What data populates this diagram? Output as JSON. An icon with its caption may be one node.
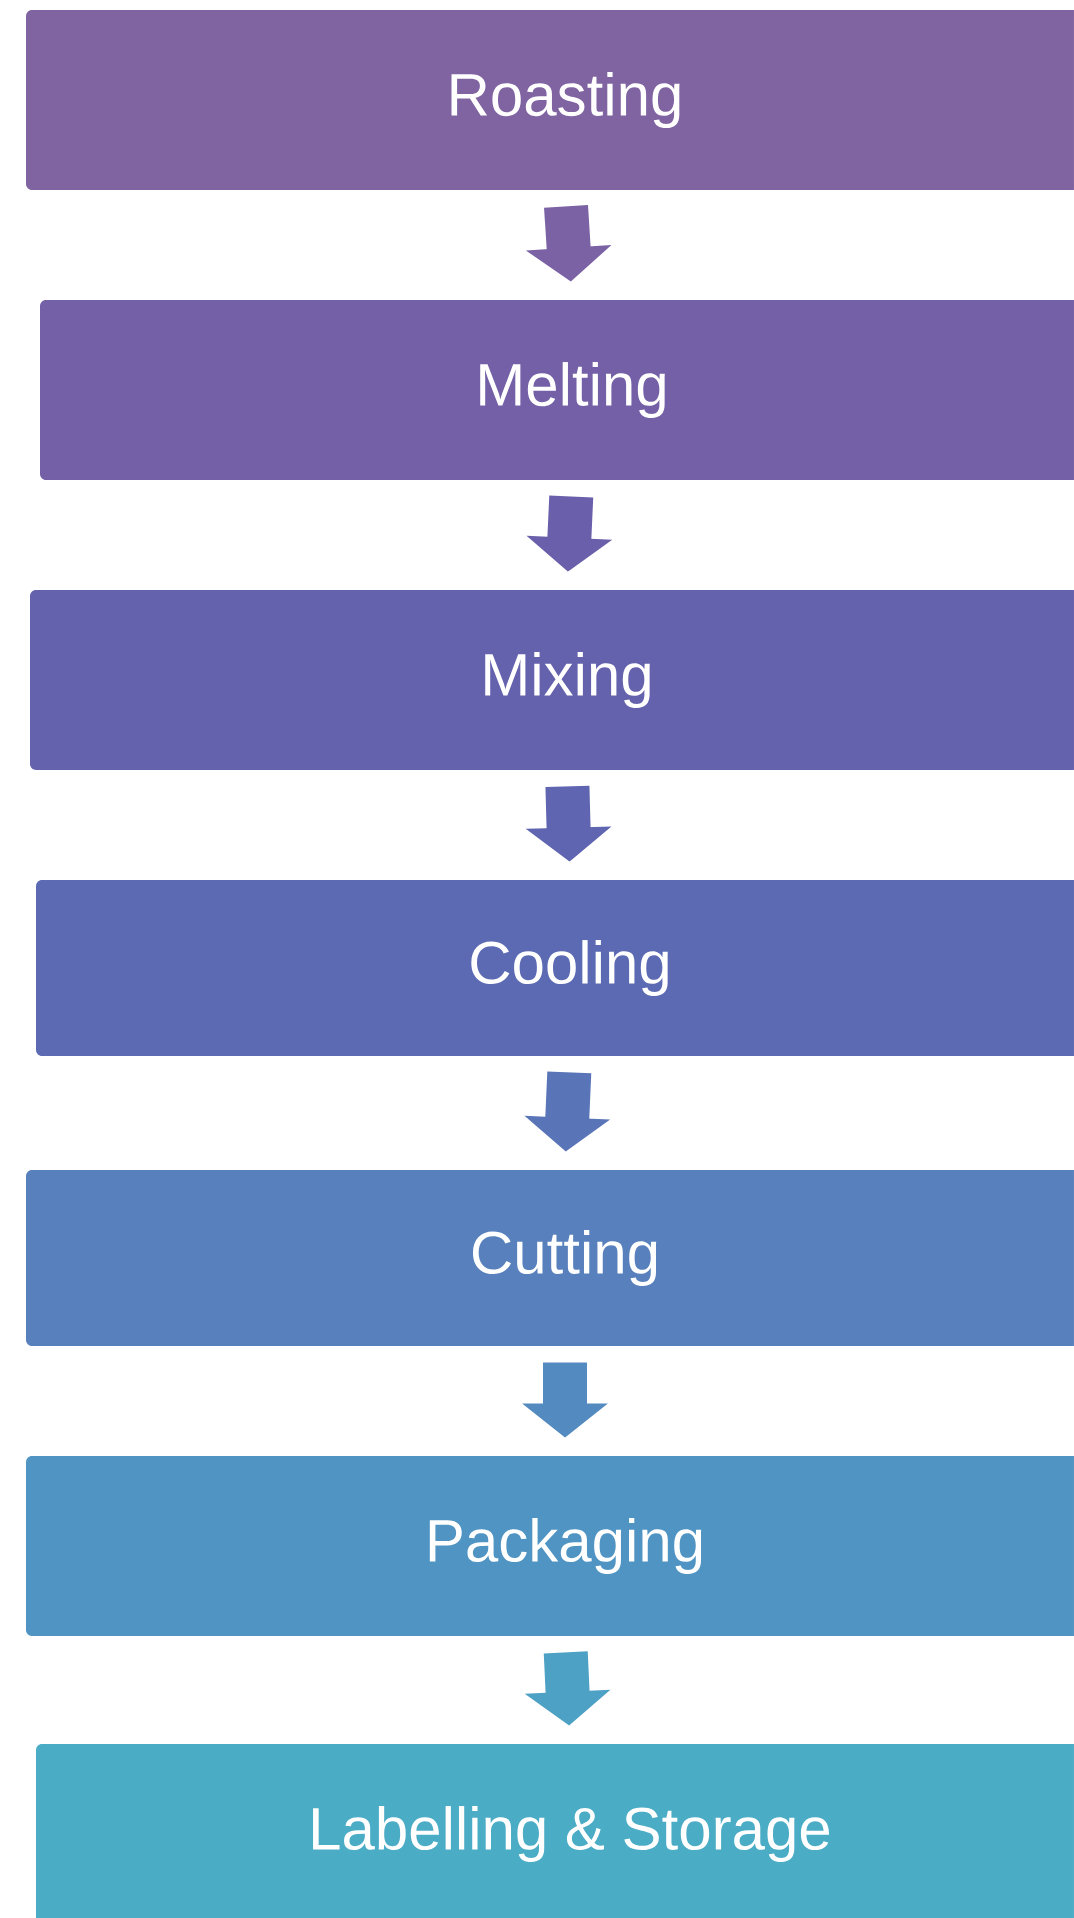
{
  "diagram": {
    "nodes": [
      {
        "text": [
          "Roasting"
        ]
      },
      {
        "text": [
          "Melting"
        ]
      },
      {
        "text": [
          "Mixing"
        ]
      },
      {
        "text": [
          "Cooling"
        ]
      },
      {
        "text": [
          "Cutting"
        ]
      },
      {
        "text": [
          "Packaging"
        ]
      },
      {
        "text": [
          "Labelling & Storage"
        ]
      }
    ],
    "edges": [
      {
        "from": 0,
        "to": 1,
        "arrow": "to"
      },
      {
        "from": 1,
        "to": 2,
        "arrow": "to"
      },
      {
        "from": 2,
        "to": 3,
        "arrow": "to"
      },
      {
        "from": 3,
        "to": 4,
        "arrow": "to"
      },
      {
        "from": 4,
        "to": 5,
        "arrow": "to"
      },
      {
        "from": 5,
        "to": 6,
        "arrow": "to"
      }
    ]
  }
}
